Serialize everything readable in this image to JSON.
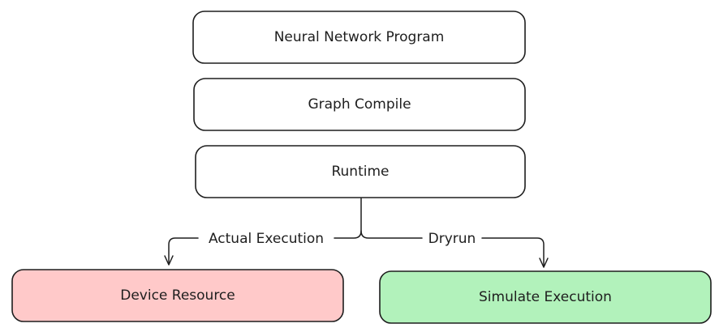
{
  "nodes": {
    "program": {
      "label": "Neural Network Program",
      "fill": "#ffffff"
    },
    "compile": {
      "label": "Graph Compile",
      "fill": "#ffffff"
    },
    "runtime": {
      "label": "Runtime",
      "fill": "#ffffff"
    },
    "device": {
      "label": "Device Resource",
      "fill": "#ffc9c9"
    },
    "simulate": {
      "label": "Simulate Execution",
      "fill": "#b2f2bb"
    }
  },
  "edges": {
    "actual": {
      "label": "Actual Execution"
    },
    "dryrun": {
      "label": "Dryrun"
    }
  },
  "colors": {
    "stroke": "#1e1e1e",
    "background": "#ffffff"
  }
}
